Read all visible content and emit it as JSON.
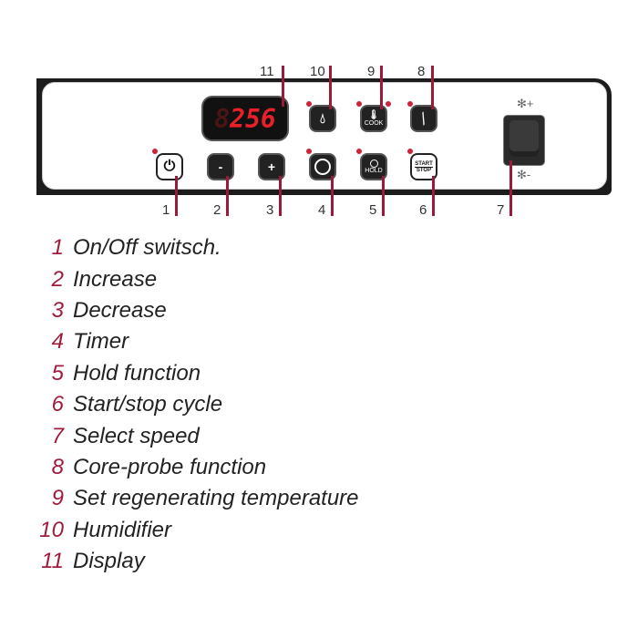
{
  "display": {
    "ghost": "8",
    "value": "256"
  },
  "buttons": {
    "cook": "COOK",
    "hold": "HOLD",
    "start": "START",
    "stop": "STOP",
    "minus": "-",
    "plus": "+"
  },
  "callouts": [
    "1",
    "2",
    "3",
    "4",
    "5",
    "6",
    "7",
    "8",
    "9",
    "10",
    "11"
  ],
  "fan": {
    "plus": "+",
    "minus": "-"
  },
  "legend": [
    {
      "n": "1",
      "t": "On/Off switsch."
    },
    {
      "n": "2",
      "t": "Increase"
    },
    {
      "n": "3",
      "t": "Decrease"
    },
    {
      "n": "4",
      "t": "Timer"
    },
    {
      "n": "5",
      "t": "Hold function"
    },
    {
      "n": "6",
      "t": "Start/stop cycle"
    },
    {
      "n": "7",
      "t": "Select speed"
    },
    {
      "n": "8",
      "t": "Core-probe function"
    },
    {
      "n": "9",
      "t": "Set regenerating temperature"
    },
    {
      "n": "10",
      "t": "Humidifier"
    },
    {
      "n": "11",
      "t": "Display"
    }
  ],
  "colors": {
    "accent": "#a01c3c",
    "led": "#d0233a",
    "display": "#e8202a"
  }
}
